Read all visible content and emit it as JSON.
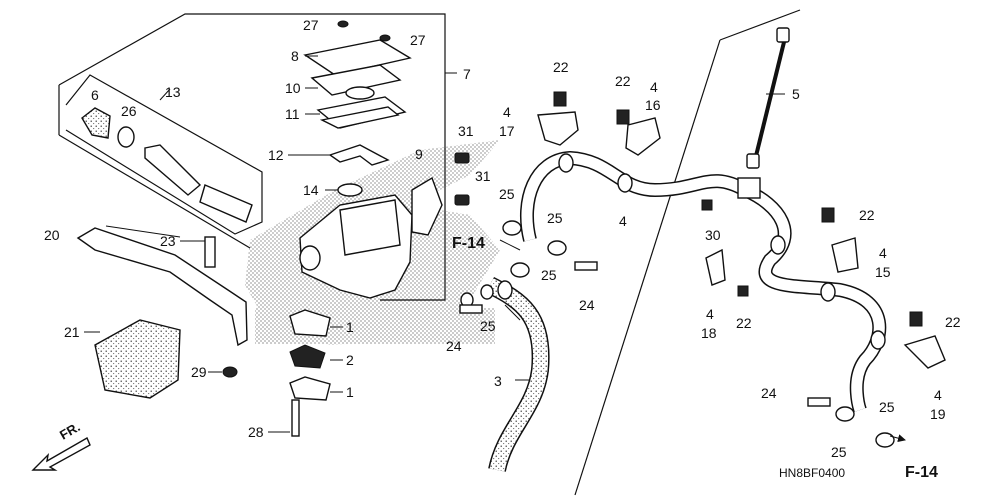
{
  "diagram": {
    "code": "HN8BF0400",
    "front_label": "FR.",
    "ref_labels": [
      "F-14",
      "F-14"
    ],
    "callouts": [
      {
        "id": "c27a",
        "text": "27"
      },
      {
        "id": "c27b",
        "text": "27"
      },
      {
        "id": "c8",
        "text": "8"
      },
      {
        "id": "c7",
        "text": "7"
      },
      {
        "id": "c10",
        "text": "10"
      },
      {
        "id": "c11",
        "text": "11"
      },
      {
        "id": "c13",
        "text": "13"
      },
      {
        "id": "c6",
        "text": "6"
      },
      {
        "id": "c26",
        "text": "26"
      },
      {
        "id": "c12",
        "text": "12"
      },
      {
        "id": "c9",
        "text": "9"
      },
      {
        "id": "c14",
        "text": "14"
      },
      {
        "id": "c31a",
        "text": "31"
      },
      {
        "id": "c31b",
        "text": "31"
      },
      {
        "id": "c20",
        "text": "20"
      },
      {
        "id": "c23",
        "text": "23"
      },
      {
        "id": "c21",
        "text": "21"
      },
      {
        "id": "c29",
        "text": "29"
      },
      {
        "id": "c1a",
        "text": "1"
      },
      {
        "id": "c2",
        "text": "2"
      },
      {
        "id": "c1b",
        "text": "1"
      },
      {
        "id": "c28",
        "text": "28"
      },
      {
        "id": "c22a",
        "text": "22"
      },
      {
        "id": "c4a",
        "text": "4"
      },
      {
        "id": "c17",
        "text": "17"
      },
      {
        "id": "c22b",
        "text": "22"
      },
      {
        "id": "c4b",
        "text": "4"
      },
      {
        "id": "c16",
        "text": "16"
      },
      {
        "id": "c5",
        "text": "5"
      },
      {
        "id": "c25a",
        "text": "25"
      },
      {
        "id": "c25b",
        "text": "25"
      },
      {
        "id": "c25c",
        "text": "25"
      },
      {
        "id": "c25d",
        "text": "25"
      },
      {
        "id": "c4c",
        "text": "4"
      },
      {
        "id": "c30",
        "text": "30"
      },
      {
        "id": "c24a",
        "text": "24"
      },
      {
        "id": "c24b",
        "text": "24"
      },
      {
        "id": "c3",
        "text": "3"
      },
      {
        "id": "c4d",
        "text": "4"
      },
      {
        "id": "c18",
        "text": "18"
      },
      {
        "id": "c22c",
        "text": "22"
      },
      {
        "id": "c22d",
        "text": "22"
      },
      {
        "id": "c4e",
        "text": "4"
      },
      {
        "id": "c15",
        "text": "15"
      },
      {
        "id": "c22e",
        "text": "22"
      },
      {
        "id": "c4f",
        "text": "4"
      },
      {
        "id": "c19",
        "text": "19"
      },
      {
        "id": "c24c",
        "text": "24"
      },
      {
        "id": "c25e",
        "text": "25"
      },
      {
        "id": "c25f",
        "text": "25"
      }
    ]
  }
}
